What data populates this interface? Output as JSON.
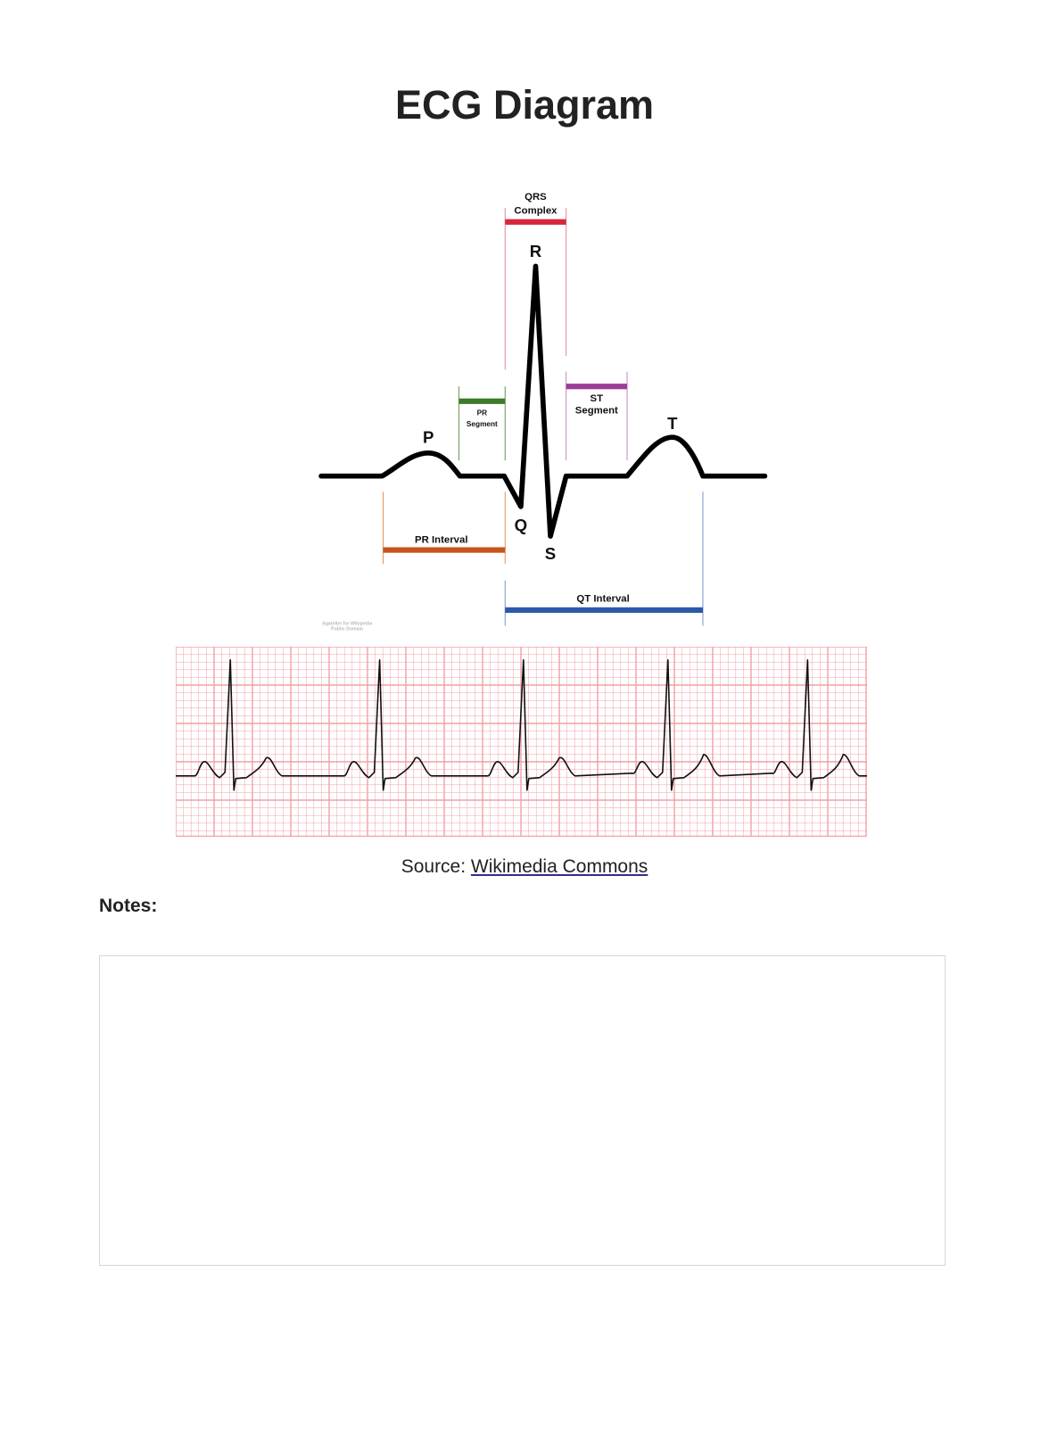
{
  "page": {
    "title": "ECG Diagram",
    "source_prefix": "Source: ",
    "source_link": "Wikimedia Commons",
    "notes_label": "Notes:",
    "notes_value": ""
  },
  "diagram": {
    "waves": {
      "p": "P",
      "q": "Q",
      "r": "R",
      "s": "S",
      "t": "T"
    },
    "qrs_complex": {
      "line1": "QRS",
      "line2": "Complex",
      "color": "#d7263d"
    },
    "pr_segment": {
      "line1": "PR",
      "line2": "Segment",
      "color": "#3f7a2a"
    },
    "st_segment": {
      "line1": "ST",
      "line2": "Segment",
      "color": "#9b3d96"
    },
    "pr_interval": {
      "label": "PR Interval",
      "color": "#c9541a"
    },
    "qt_interval": {
      "label": "QT Interval",
      "color": "#2c58a8"
    },
    "watermark": {
      "line1": "Agateller for Wikipedia",
      "line2": "Public Domain"
    }
  },
  "strip": {
    "grid_color": "#f2a0a6",
    "trace_color": "#111111",
    "beats": 5
  }
}
